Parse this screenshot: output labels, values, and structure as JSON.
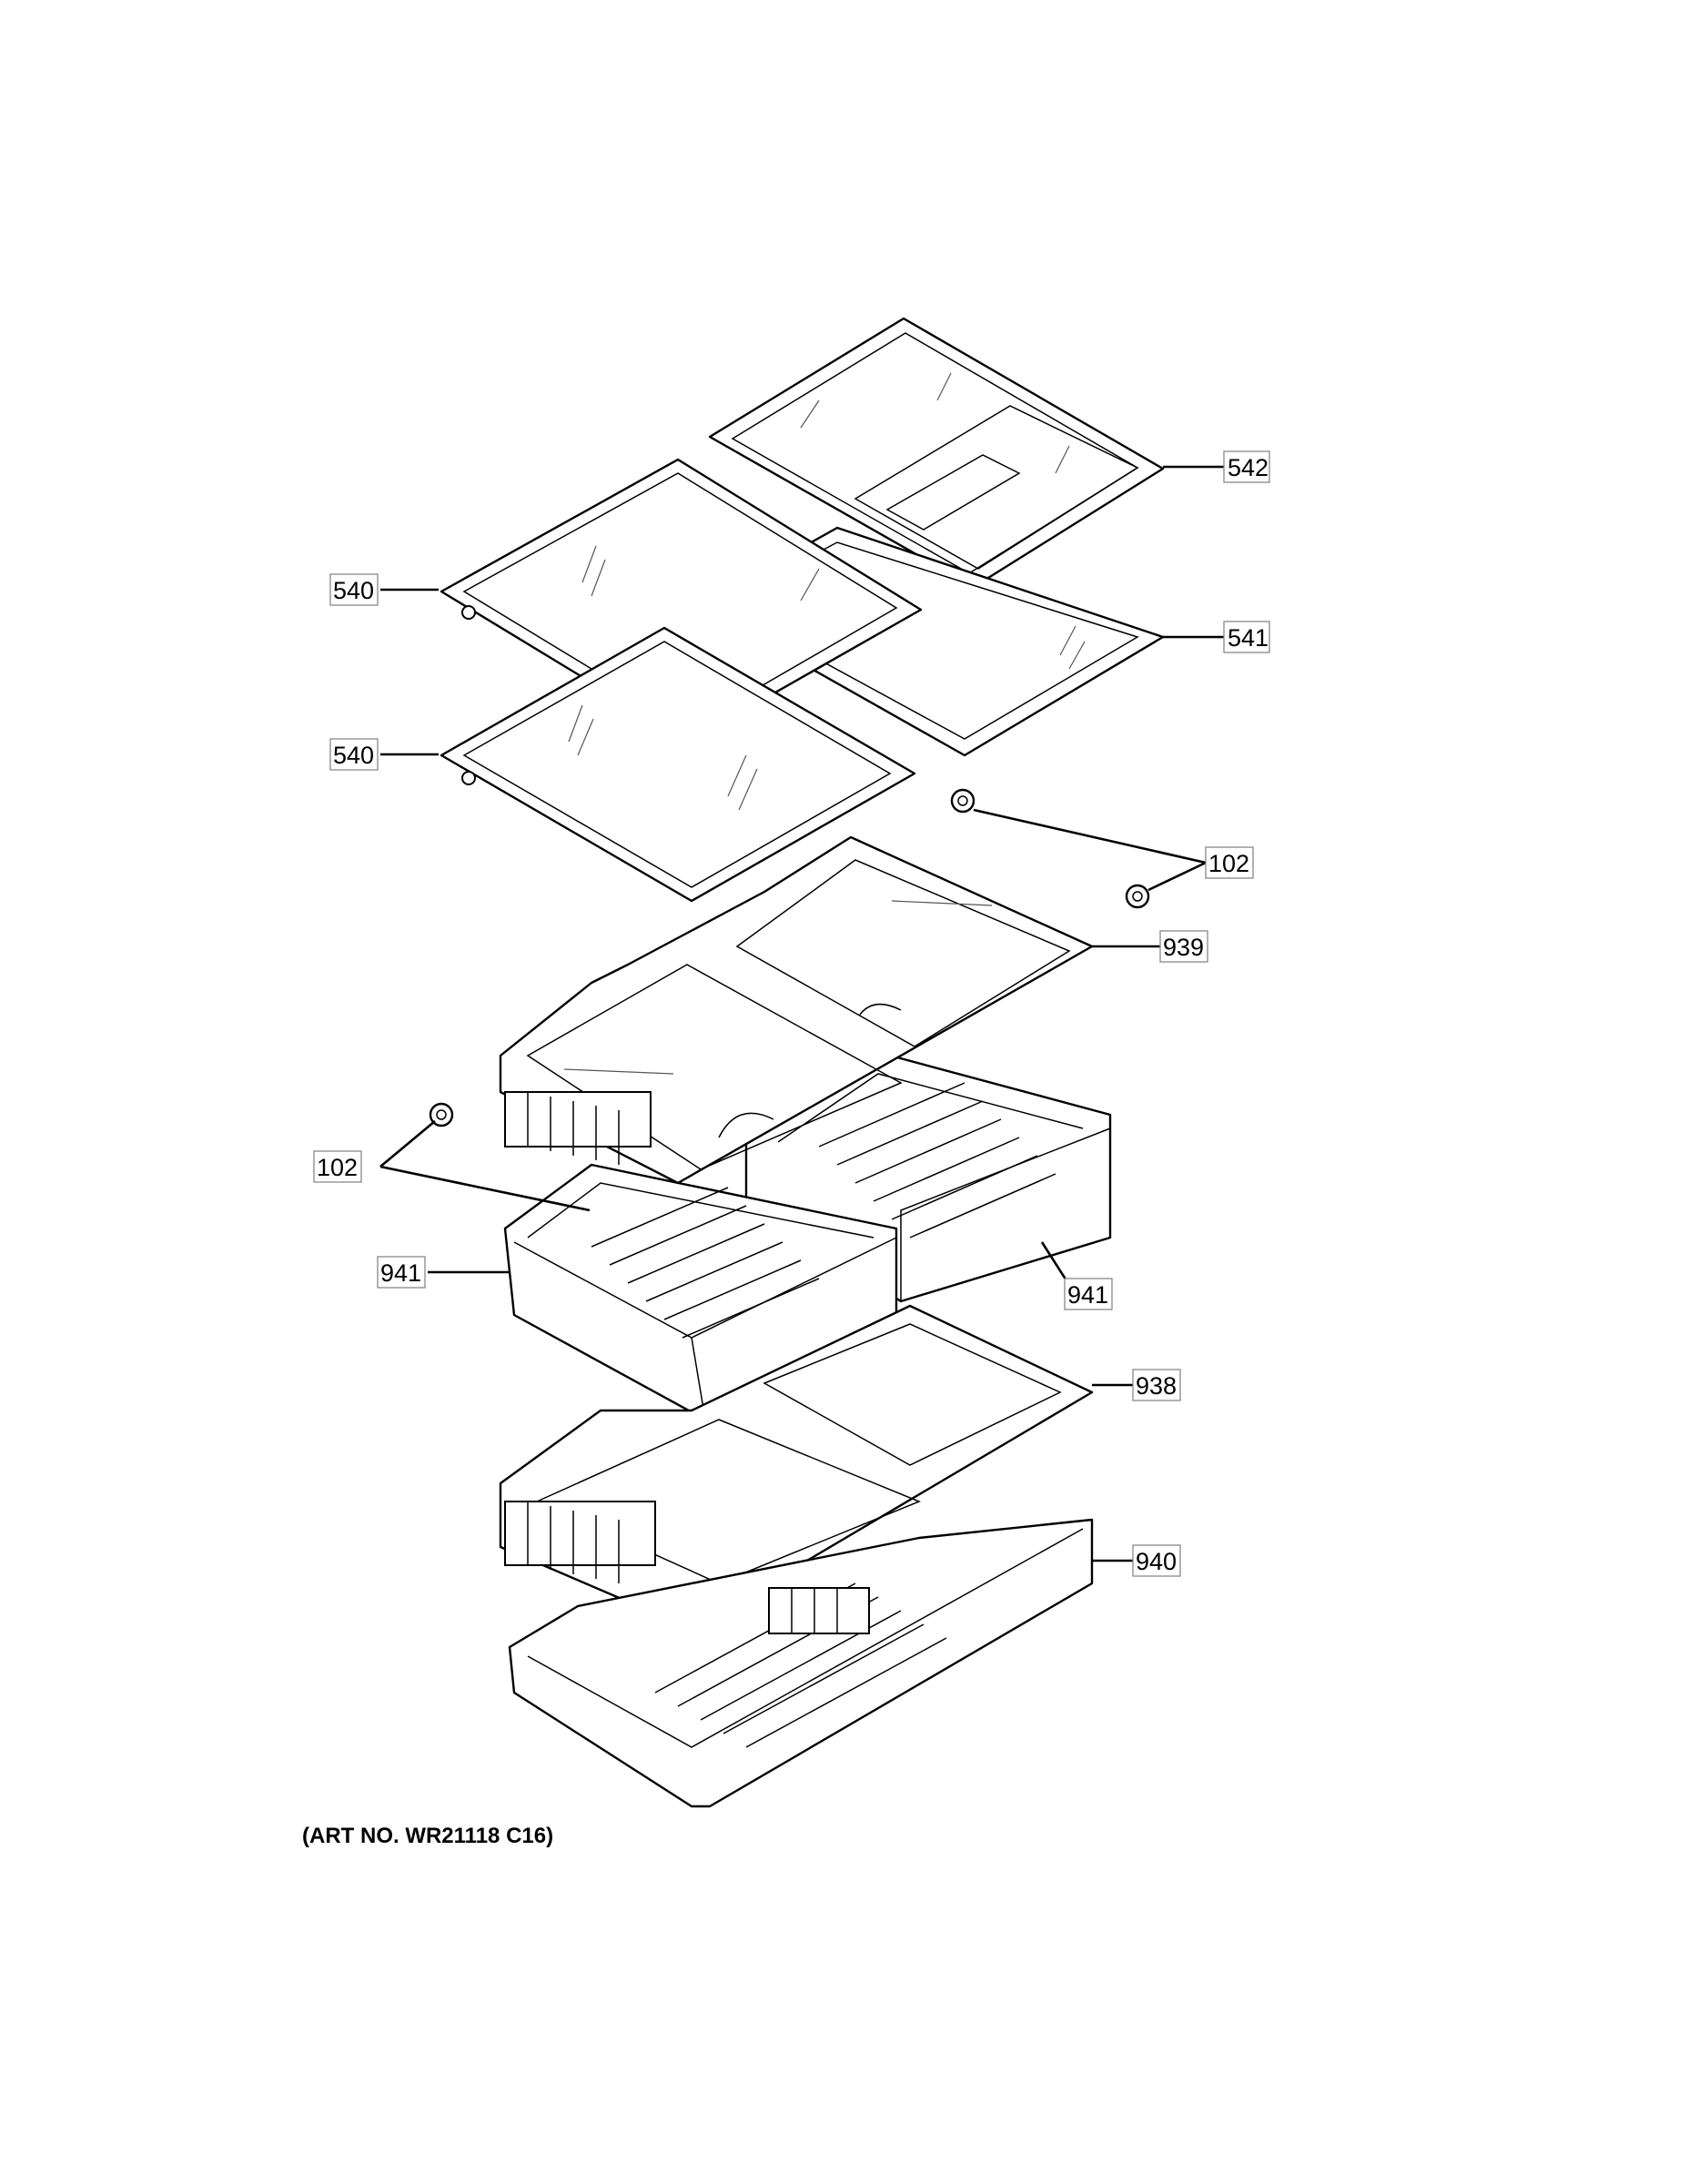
{
  "art_number": "(ART NO. WR21118 C16)",
  "callouts": [
    {
      "id": "c542",
      "label": "542"
    },
    {
      "id": "c540a",
      "label": "540"
    },
    {
      "id": "c541",
      "label": "541"
    },
    {
      "id": "c540b",
      "label": "540"
    },
    {
      "id": "c102a",
      "label": "102"
    },
    {
      "id": "c939",
      "label": "939"
    },
    {
      "id": "c102b",
      "label": "102"
    },
    {
      "id": "c941a",
      "label": "941"
    },
    {
      "id": "c941b",
      "label": "941"
    },
    {
      "id": "c938",
      "label": "938"
    },
    {
      "id": "c940",
      "label": "940"
    }
  ]
}
